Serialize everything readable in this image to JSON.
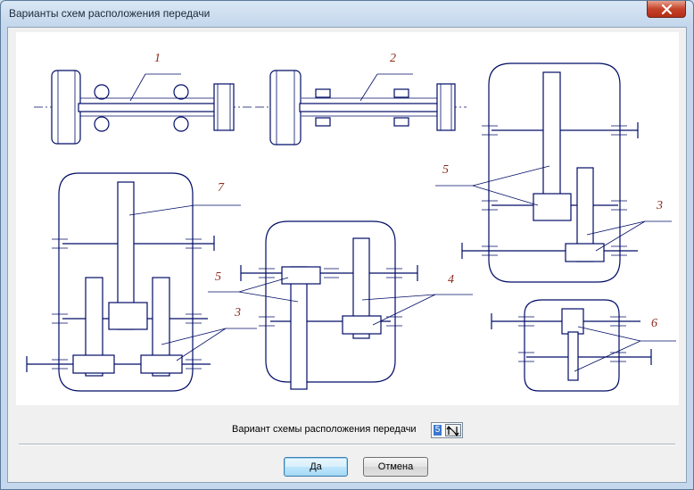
{
  "window": {
    "title": "Варианты схем расположения передачи"
  },
  "diagram": {
    "labels": [
      "1",
      "2",
      "7",
      "5",
      "4",
      "3",
      "5",
      "3",
      "6"
    ]
  },
  "variant": {
    "label": "Вариант схемы расположения передачи",
    "value": "5"
  },
  "buttons": {
    "ok": "Да",
    "cancel": "Отмена"
  }
}
